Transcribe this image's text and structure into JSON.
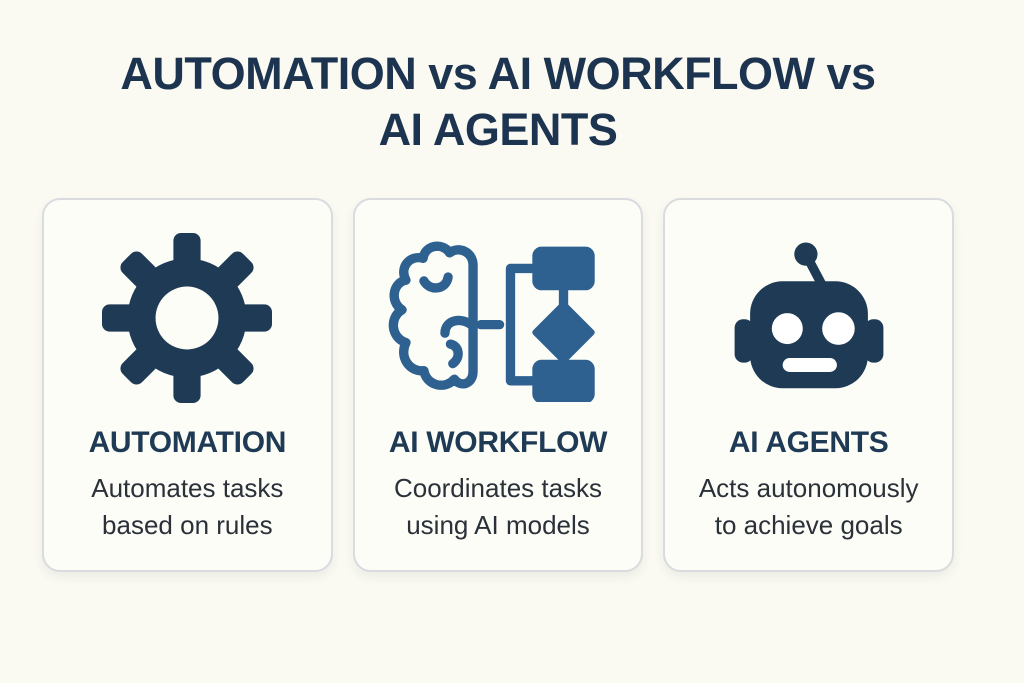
{
  "header": {
    "lines": [
      "AUTOMATION vs AI WORKFLOW vs",
      "AI AGENTS"
    ]
  },
  "cards": [
    {
      "title": "AUTOMATION",
      "description": [
        "Automates tasks",
        "based on rules"
      ],
      "icon": "gear-icon"
    },
    {
      "title": "AI WORKFLOW",
      "description": [
        "Coordinates tasks",
        "using AI models"
      ],
      "icon": "brain-workflow-icon"
    },
    {
      "title": "AI AGENTS",
      "description": [
        "Acts autonomously",
        "to achieve goals"
      ],
      "icon": "robot-icon"
    }
  ],
  "colors": {
    "page_bg": "#fafaf2",
    "card_bg": "#fdfdf8",
    "card_border": "#d9dbdf",
    "navy": "#1e3a55",
    "steel_blue": "#2e6190",
    "title_text": "#1d3450",
    "body_text": "#2b3139"
  }
}
